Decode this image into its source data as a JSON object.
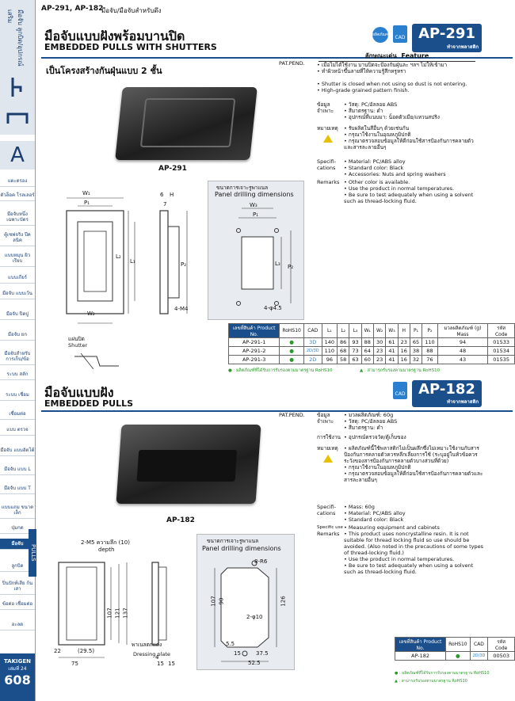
{
  "header": {
    "codes": "AP-291, AP-182",
    "category": "มือจับ/มือจับสำหรับดึง"
  },
  "sidebar": {
    "top_label": "มือจับ ลูกบิด/อุปกรณ์เสริม",
    "letter": "A",
    "items": [
      "แตะตรอง",
      "ตัวล็อค โรลเลอร์",
      "มือจับหนึ่ง เฉพาะบัตร",
      "ตู้เซฟจริง ปีคลนิค",
      "แบบหมุน ผิวเรียบ",
      "แบบเกียร์",
      "มือจับ แบบเว้น",
      "มือจับ ปิดปู",
      "มือจับ ยก",
      "มือจับสำหรับ การเก็บ/ข้อ",
      "ระบบ สลัก",
      "ระบบ เชื่อม",
      "เชื่อมต่อ",
      "แบบ ตรวจ",
      "มือจับ แบบอัตโต้",
      "มือจับ แบบ L",
      "มือจับ แบบ T",
      "แบบแถม ขนาดเล็ก",
      "ปุ่มกด",
      "มือจับ",
      "ลูกบิด",
      "ปิ่นปักท์เสีย ก้นเสา",
      "ข้อต่อ เชื่อมต่อ",
      "อะลด"
    ],
    "pulls": "PULLS",
    "brand": "TAKIGEN",
    "edition": "เล่มที่ 24",
    "page": "608"
  },
  "ap291": {
    "title_th": "มือจับแบบฝังพร้อมบานปิด",
    "title_en": "EMBEDDED PULLS WITH SHUTTERS",
    "subtitle": "เป็นโครงสร้างกันฝุ่นแบบ 2 ชั้น",
    "patpend": "PAT.PEND.",
    "code": "AP-291",
    "code_sub": "ทำจากพลาสติก",
    "badge": "ผลิตภัณฑ์",
    "cad": "CAD",
    "feature_th": "ลักษณะเด่น",
    "feature_en": "Feature",
    "features_th": [
      "เมื่อไม่ได้ใช้งาน บานปิดจะป้องกันฝุ่นละ ฯลฯ ไม่ให้เข้ามา",
      "ทำผิวหน้าขึ้นลายที่ให้ความรู้สึกหรูหรา"
    ],
    "features_en": [
      "Shutter is closed when not using so dust is not entering.",
      "High-grade grained pattern finish."
    ],
    "spec_label_th": "ข้อมูล จำเพาะ",
    "spec_th": [
      "วัสดุ: PC/อัลลอย ABS",
      "สีมาตรฐาน: ดำ",
      "อุปกรณ์ที่แนบมา: น็อตตัวเมีย/แหวนสปริง"
    ],
    "remarks_label_th": "หมายเหตุ",
    "remarks_th": [
      "รับผลิตในสีอื่นๆ ด้วยเช่นกัน",
      "กรุณาใช้งานในอุณหภูมิปกติ",
      "กรุณาตรวจสอบข้อมูลให้ดีก่อนใช้สารป้องกันการคลายตัวและสารละลายอื่นๆ"
    ],
    "spec_label_en": "Specifi- cations",
    "spec_en": [
      "Material: PC/ABS alloy",
      "Standard color: Black",
      "Accessories: Nuts and spring washers"
    ],
    "remarks_label_en": "Remarks",
    "remarks_en": [
      "Other color is available.",
      "Use the product in normal temperatures.",
      "Be sure to test adequately when using a solvent such as thread-locking fluid."
    ],
    "photo_label": "AP-291",
    "panel_th": "ขนาดการเจาะรูพาแนล",
    "panel_en": "Panel drilling dimensions",
    "shutter_th": "แผ่นปิด",
    "shutter_en": "Shutter",
    "dims": {
      "W1": "W₁",
      "P1": "P₁",
      "W2": "W₂",
      "H": "H",
      "D6": "6",
      "L2": "L₂",
      "L1": "L₁",
      "P2": "P₂",
      "seven": "7",
      "M4": "4-M4",
      "W3": "W₃",
      "L3": "L₃",
      "hole": "4-φ4.5"
    },
    "table": {
      "headers": [
        "เลขที่สินค้า Product No.",
        "RoHS10",
        "CAD",
        "L₁",
        "L₂",
        "L₃",
        "W₁",
        "W₂",
        "W₃",
        "H",
        "P₁",
        "P₂",
        "มวลผลิตภัณฑ์ (g) Mass",
        "รหัส Code"
      ],
      "rows": [
        [
          "AP-291-1",
          "●",
          "3D",
          "140",
          "86",
          "93",
          "88",
          "30",
          "61",
          "23",
          "65",
          "110",
          "94",
          "01533"
        ],
        [
          "AP-291-2",
          "●",
          "2D/3D",
          "110",
          "68",
          "73",
          "64",
          "23",
          "41",
          "16",
          "38",
          "88",
          "48",
          "01534"
        ],
        [
          "AP-291-3",
          "●",
          "2D",
          "96",
          "58",
          "63",
          "60",
          "23",
          "41",
          "16",
          "32",
          "76",
          "43",
          "01535"
        ]
      ]
    },
    "legend_rohs": "● : ผลิตภัณฑ์ที่ได้รับการรับรองตามมาตรฐาน RoHS10",
    "legend_option": "▲ : สามารถรับรองตามมาตรฐาน RoHS10"
  },
  "ap182": {
    "title_th": "มือจับแบบฝัง",
    "title_en": "EMBEDDED PULLS",
    "patpend": "PAT.PEND.",
    "code": "AP-182",
    "code_sub": "ทำจากพลาสติก",
    "cad": "CAD",
    "spec_label_th": "ข้อมูล จำเพาะ",
    "spec_th": [
      "มวลผลิตภัณฑ์: 60g",
      "วัสดุ: PC/อัลลอย ABS",
      "สีมาตรฐาน: ดำ"
    ],
    "use_label_th": "การใช้งาน",
    "use_th": [
      "อุปกรณ์ตรวจวัด/ตู้เก็บของ"
    ],
    "remarks_label_th": "หมายเหตุ",
    "remarks_th": [
      "ผลิตภัณฑ์นี้ใช้พลาสติกไม่เป็นผลึกซึ่งไม่เหมาะใช้งานกับสารป้องกันการคลายตัวควรหลีกเลี่ยงการใช้ (ระบุอยู่ในหัวข้อควรระวังของสารป้องกันการคลายตัวบางส่วนที่ด้วย)",
      "กรุณาใช้งานในอุณหภูมิปกติ",
      "กรุณาตรวจสอบข้อมูลให้ดีก่อนใช้สารป้องกันการคลายตัวและสารละลายอื่นๆ"
    ],
    "spec_label_en": "Specifi- cations",
    "spec_en": [
      "Mass: 60g",
      "Material: PC/ABS alloy",
      "Standard color: Black"
    ],
    "use_label_en": "Specific use",
    "use_en": [
      "Measuring equipment and cabinets"
    ],
    "remarks_label_en": "Remarks",
    "remarks_en": [
      "This product uses noncrystalline resin. It is not suitable for thread locking fluid so use should be avoided. (Also noted in the precautions of some types of thread-locking fluid.)",
      "Use the product in normal temperatures.",
      "Be sure to test adequately when using a solvent such as thread-locking fluid."
    ],
    "photo_label": "AP-182",
    "panel_th": "ขนาดการเจาะรูพาแนล",
    "panel_en": "Panel drilling dimensions",
    "dims": {
      "m5": "2-M5 ความลึก (10)",
      "depth": "depth",
      "d107": "107",
      "d121": "121",
      "d137": "137",
      "d22": "22",
      "d29": "(29.5)",
      "d75": "75",
      "d4": "4",
      "d15": "15",
      "d15b": "15",
      "plate_th": "พาเนลตกแต่ง",
      "plate_en": "Dressing plate",
      "r8": "8-R6",
      "p107": "107",
      "p90": "90",
      "p126": "126",
      "phi": "2-φ10",
      "p55": "5.5",
      "p15": "15",
      "p375": "37.5",
      "p525": "52.5"
    },
    "table": {
      "headers": [
        "เลขที่สินค้า Product No.",
        "RoHS10",
        "CAD",
        "รหัส Code"
      ],
      "row": [
        "AP-182",
        "●",
        "2D/3D",
        "00503"
      ]
    },
    "legend_rohs": "● : ผลิตภัณฑ์ที่ได้รับการรับรองตามมาตรฐาน RoHS10",
    "legend_option": "▲ : สามารถรับรองตามมาตรฐาน RoHS10"
  }
}
